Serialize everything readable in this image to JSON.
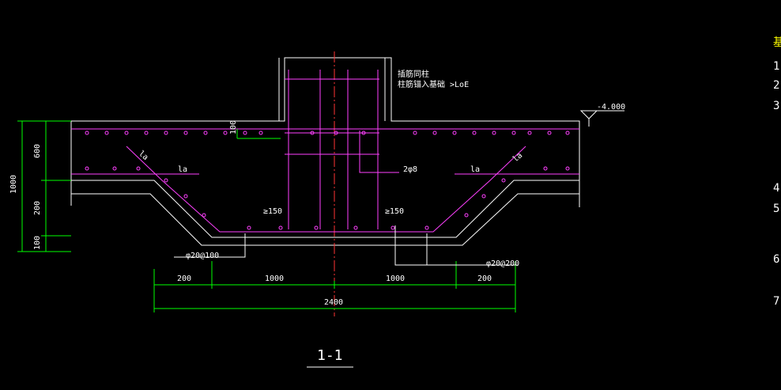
{
  "colors": {
    "background": "#000000",
    "concrete": "#ffffff",
    "rebar": "#ff40ff",
    "dimension": "#00ff00",
    "centerline": "#ff3333",
    "note": "#ffff00"
  },
  "labels": {
    "elevation": "-4.000",
    "column_note_1": "插筋同柱",
    "column_note_2": "柱筋锚入基础 >LoE",
    "stirrup": "2φ8",
    "la_left": "la",
    "la_right": "la",
    "la_slope_left": "la",
    "la_slope_right": "la",
    "ge150_left": "≥150",
    "ge150_right": "≥150",
    "bar_bottom_left": "φ20@100",
    "bar_bottom_right": "φ20@200",
    "dim_100_top": "100"
  },
  "dims_bottom": [
    "200",
    "1000",
    "1000",
    "200"
  ],
  "dim_total": "2400",
  "dims_left": {
    "total": "1000",
    "upper": "600",
    "middle": "200",
    "lower": "100"
  },
  "section_title": "1-1",
  "right_notes": {
    "title": "基",
    "items": [
      "1",
      "2",
      "3",
      "4",
      "5",
      "6",
      "7"
    ]
  }
}
